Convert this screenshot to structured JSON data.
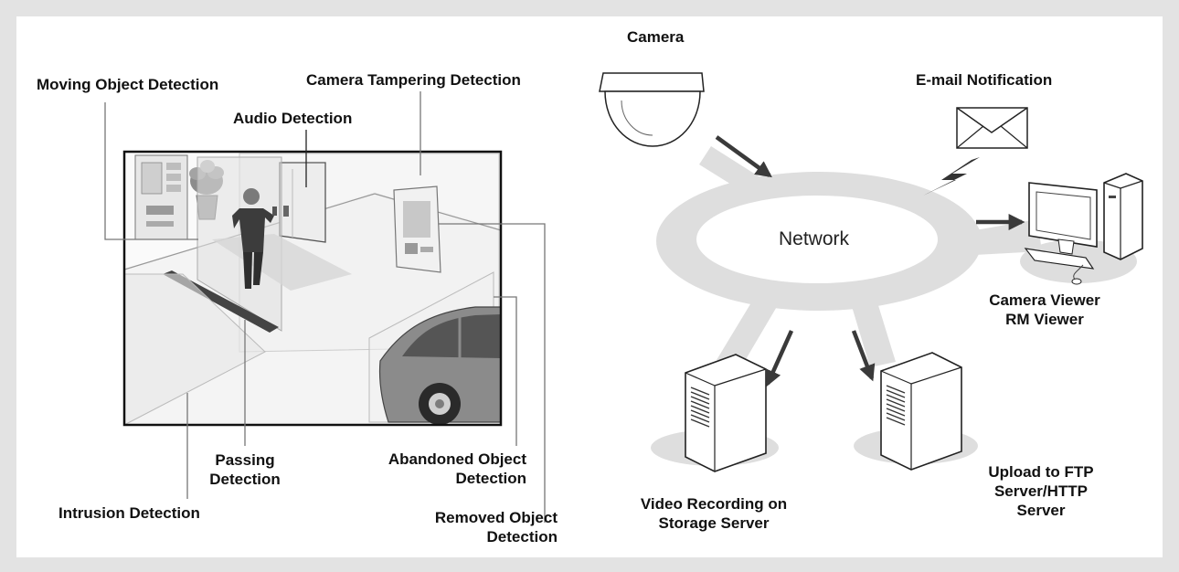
{
  "colors": {
    "background": "#e3e3e3",
    "panel": "#ffffff",
    "ring": "#dedede",
    "arrow": "#3a3a3a",
    "line": "#777777"
  },
  "labels": {
    "camera": "Camera",
    "moving_object_detection": "Moving Object Detection",
    "camera_tampering_detection": "Camera Tampering Detection",
    "audio_detection": "Audio Detection",
    "email_notification": "E-mail Notification",
    "network": "Network",
    "camera_viewer_line1": "Camera Viewer",
    "camera_viewer_line2": "RM Viewer",
    "passing_line1": "Passing",
    "passing_line2": "Detection",
    "abandoned_line1": "Abandoned Object",
    "abandoned_line2": "Detection",
    "intrusion_detection": "Intrusion Detection",
    "removed_line1": "Removed Object",
    "removed_line2": "Detection",
    "video_line1": "Video Recording on",
    "video_line2": "Storage Server",
    "upload_line1": "Upload to FTP",
    "upload_line2": "Server/HTTP",
    "upload_line3": "Server"
  },
  "icons": [
    "dome-camera-icon",
    "envelope-icon",
    "lightning-icon",
    "pc-monitor-icon",
    "server-tower-icon"
  ]
}
